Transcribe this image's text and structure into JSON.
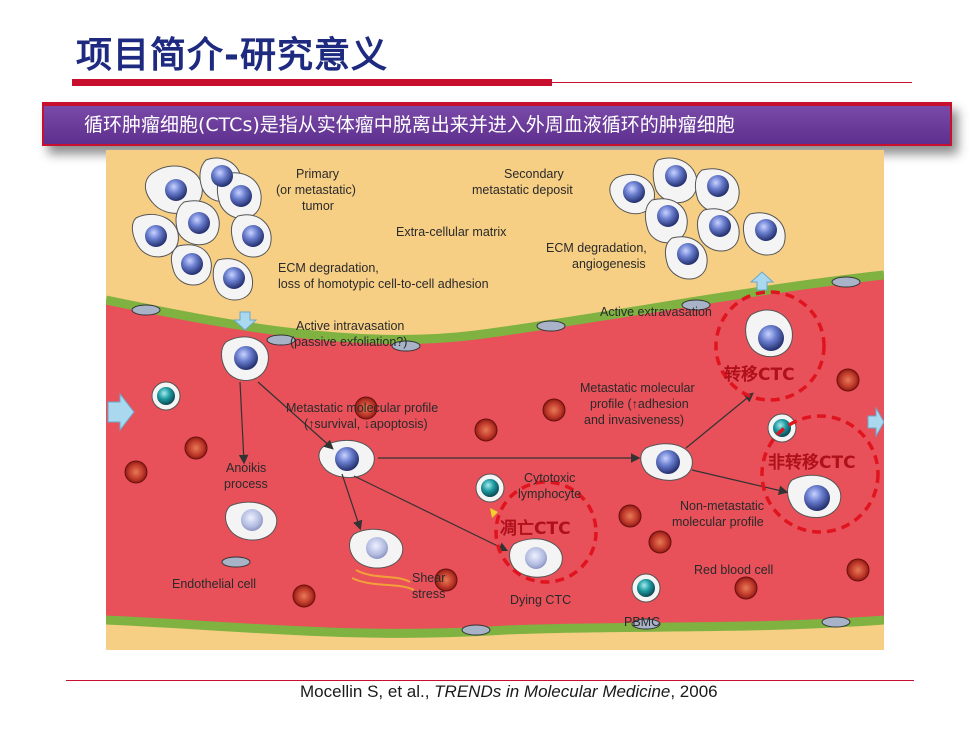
{
  "slide": {
    "title": "项目简介-研究意义",
    "banner": "循环肿瘤细胞(CTCs)是指从实体瘤中脱离出来并进入外周血液循环的肿瘤细胞",
    "citation": {
      "authors": "Mocellin S, et al., ",
      "journal": "TRENDs in Molecular Medicine",
      "year": ", 2006"
    }
  },
  "figure": {
    "labels": {
      "primary_1": "Primary",
      "primary_2": "(or metastatic)",
      "primary_3": "tumor",
      "secondary_1": "Secondary",
      "secondary_2": "metastatic deposit",
      "ecm_matrix": "Extra-cellular matrix",
      "ecm_deg_left_1": "ECM degradation,",
      "ecm_deg_left_2": "loss of homotypic cell-to-cell adhesion",
      "ecm_deg_right_1": "ECM degradation,",
      "ecm_deg_right_2": "angiogenesis",
      "intravasation_1": "Active intravasation",
      "intravasation_2": "(passive exfoliation?)",
      "extravasation": "Active extravasation",
      "met_profile_left_1": "Metastatic molecular profile",
      "met_profile_left_2": "(↑survival, ↓apoptosis)",
      "met_profile_right_1": "Metastatic molecular",
      "met_profile_right_2": "profile (↑adhesion",
      "met_profile_right_3": "and invasiveness)",
      "anoikis_1": "Anoikis",
      "anoikis_2": "process",
      "cytotoxic_1": "Cytotoxic",
      "cytotoxic_2": "lymphocyte",
      "non_met_1": "Non-metastatic",
      "non_met_2": "molecular profile",
      "endothelial": "Endothelial cell",
      "shear_1": "Shear",
      "shear_2": "stress",
      "dying_ctc": "Dying CTC",
      "pbmc": "PBMC",
      "rbc": "Red blood cell",
      "metastatic_ctc": "转移CTC",
      "non_metastatic_ctc": "非转移CTC",
      "apoptotic_ctc": "凋亡CTC"
    },
    "colors": {
      "tissue": "#f6cf85",
      "vessel": "#e8505a",
      "endothelium": "#7fb241",
      "highlight_circle": "#e0141e",
      "tumor_nucleus": "#4a5aa8",
      "pbmc_nucleus": "#1b8a8e"
    }
  }
}
